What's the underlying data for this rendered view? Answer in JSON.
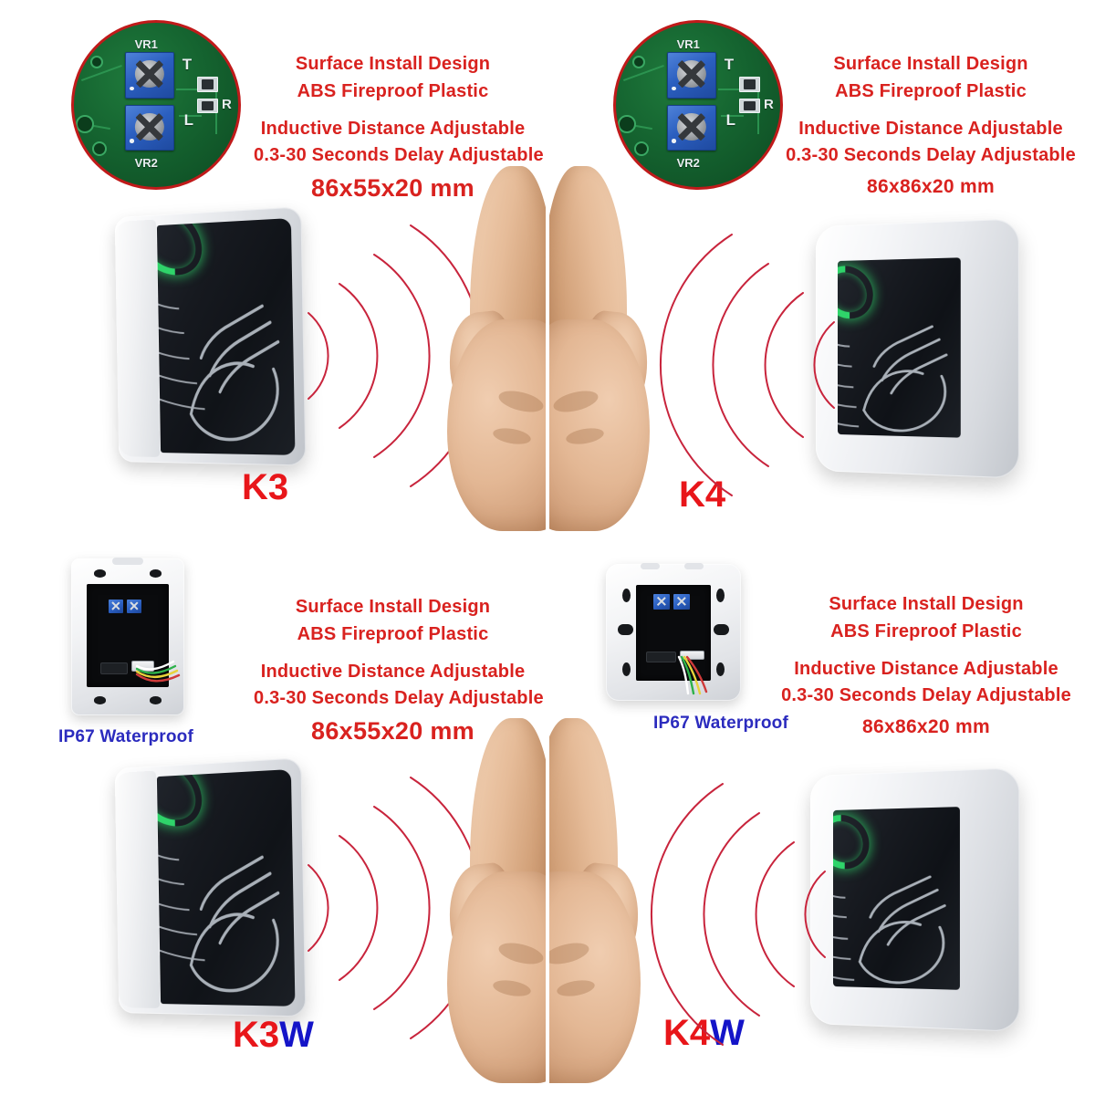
{
  "page": {
    "background": "#ffffff",
    "accent_red": "#d9221f",
    "accent_blue": "#2b2bbe",
    "label_red": "#e8161a",
    "label_blue": "#1414c8",
    "led_green": "#2fd46a",
    "pcb_green": "#156430",
    "pot_blue": "#2b5fc0"
  },
  "spec_lines": {
    "line1": "Surface Install Design",
    "line2": "ABS Fireproof Plastic",
    "line3": "Inductive Distance Adjustable",
    "line4": "0.3-30 Seconds Delay Adjustable"
  },
  "pcb": {
    "silk_vr1": "VR1",
    "silk_vr2": "VR2",
    "silk_t": "T",
    "silk_r": "R",
    "silk_l": "L"
  },
  "quadrants": [
    {
      "id": "top-left",
      "model": "K3",
      "model_red": "K3",
      "model_blue": "",
      "dimensions": "86x55x20 mm",
      "dimension_size": "large",
      "waterproof": "",
      "device_shape": "portrait",
      "has_pcb_circle": true,
      "has_back_plate": false
    },
    {
      "id": "top-right",
      "model": "K4",
      "model_red": "K4",
      "model_blue": "",
      "dimensions": "86x86x20 mm",
      "dimension_size": "small",
      "waterproof": "",
      "device_shape": "square",
      "has_pcb_circle": true,
      "has_back_plate": false
    },
    {
      "id": "bottom-left",
      "model": "K3W",
      "model_red": "K3",
      "model_blue": "W",
      "dimensions": "86x55x20 mm",
      "dimension_size": "large",
      "waterproof": "IP67 Waterproof",
      "device_shape": "portrait",
      "has_pcb_circle": false,
      "has_back_plate": true
    },
    {
      "id": "bottom-right",
      "model": "K4W",
      "model_red": "K4",
      "model_blue": "W",
      "dimensions": "86x86x20 mm",
      "dimension_size": "small",
      "waterproof": "IP67 Waterproof",
      "device_shape": "square",
      "has_back_plate": true,
      "has_pcb_circle": false
    }
  ]
}
